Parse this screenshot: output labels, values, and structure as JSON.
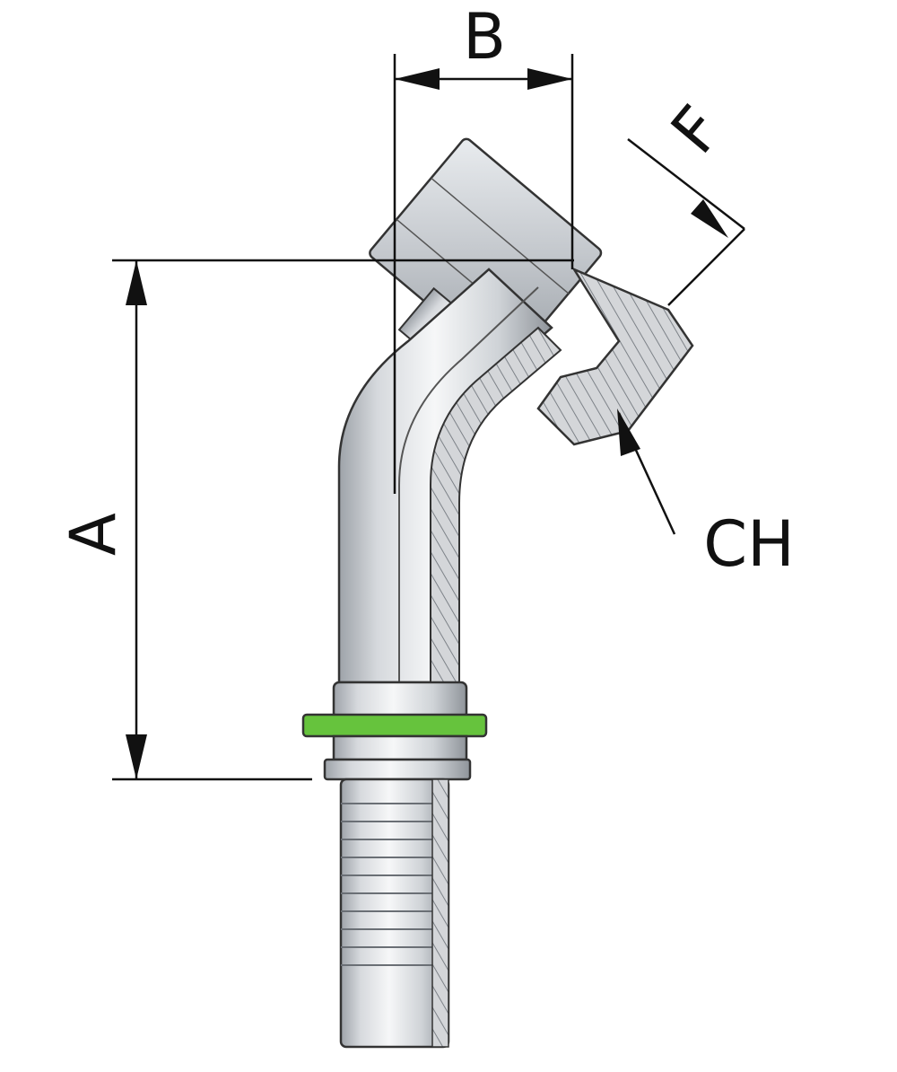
{
  "diagram": {
    "labels": {
      "a": "A",
      "b": "B",
      "f": "F",
      "ch": "CH"
    },
    "colors": {
      "background": "#ffffff",
      "line": "#111111",
      "metal_light": "#f2f4f6",
      "metal_mid": "#c9cdd2",
      "metal_dark": "#8e9399",
      "section_fill": "#d4d6d9",
      "collar_green": "#66c33d"
    }
  }
}
